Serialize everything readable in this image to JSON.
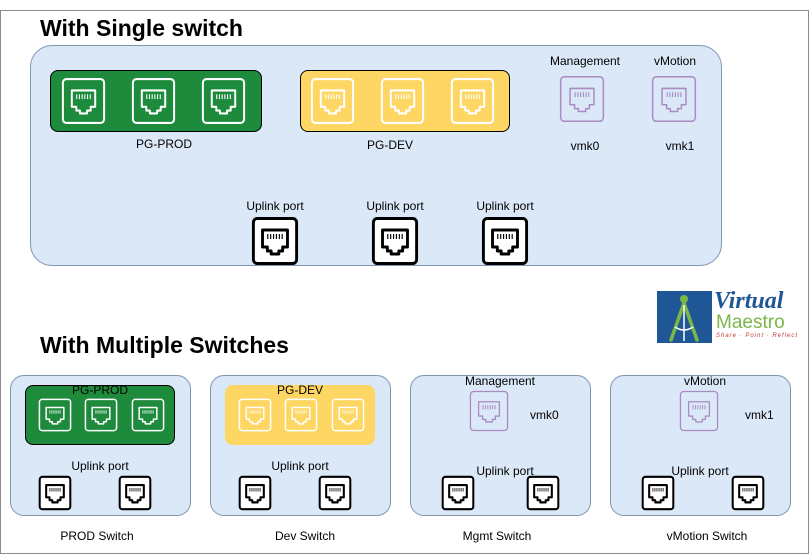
{
  "single": {
    "heading": "With Single switch",
    "pg_prod": "PG-PROD",
    "pg_dev": "PG-DEV",
    "management": "Management",
    "vmotion": "vMotion",
    "vmk0": "vmk0",
    "vmk1": "vmk1",
    "uplinks": [
      "Uplink port",
      "Uplink port",
      "Uplink port"
    ]
  },
  "multi": {
    "heading": "With Multiple Switches",
    "prod": {
      "group_label": "PG-PROD",
      "uplink": "Uplink port",
      "name": "PROD Switch"
    },
    "dev": {
      "group_label": "PG-DEV",
      "uplink": "Uplink port",
      "name": "Dev Switch"
    },
    "mgmt": {
      "top_label": "Management",
      "vmk": "vmk0",
      "uplink": "Uplink port",
      "name": "Mgmt Switch"
    },
    "vmotion": {
      "top_label": "vMotion",
      "vmk": "vmk1",
      "uplink": "Uplink port",
      "name": "vMotion Switch"
    }
  },
  "logo": {
    "line1": "Virtual",
    "line2": "Maestro",
    "tagline": "Share · Point · Reflect"
  },
  "colors": {
    "panel": "#dbe8f8",
    "prod_green": "#1e8a3c",
    "dev_yellow": "#fdd663",
    "vmk_purple": "#a98bc2",
    "uplink_black": "#000000",
    "brand_blue": "#1f5796",
    "brand_green": "#7ab648"
  },
  "icons": {
    "port": "ethernet-port-icon",
    "logo": "compass-logo-icon"
  }
}
